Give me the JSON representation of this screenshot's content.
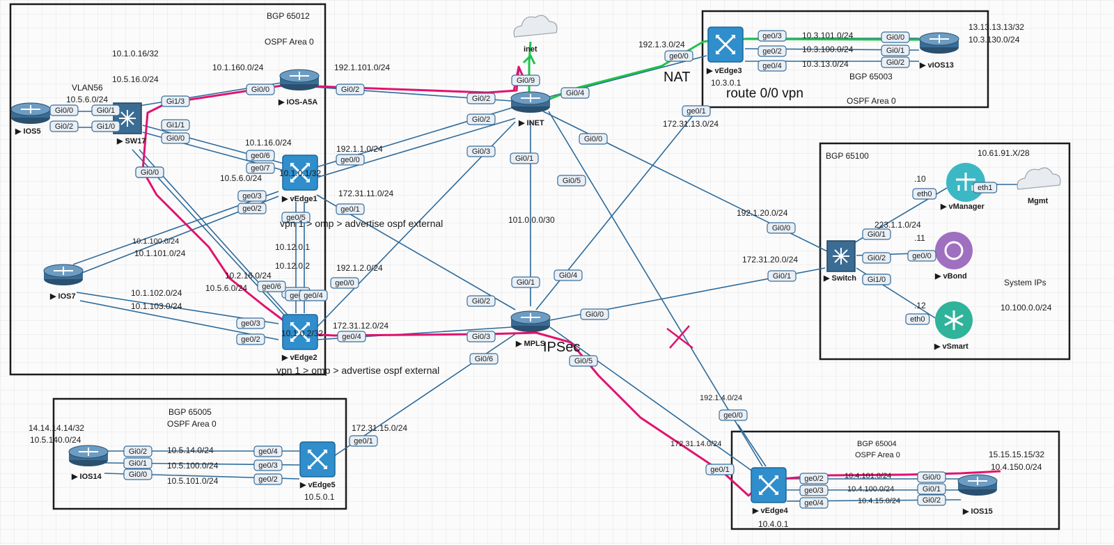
{
  "domains": [
    {
      "id": "left",
      "label": "BGP 65012",
      "sub": "OSPF Area 0"
    },
    {
      "id": "site3",
      "label": "BGP 65003",
      "sub": "OSPF Area 0"
    },
    {
      "id": "ctrl",
      "label": "BGP 65100",
      "sub": ""
    },
    {
      "id": "site5",
      "label": "BGP 65005",
      "sub": "OSPF Area 0"
    },
    {
      "id": "site4",
      "label": "BGP 65004",
      "sub": "OSPF Area 0"
    }
  ],
  "nodes": [
    {
      "id": "IOS5",
      "label": "IOS5",
      "type": "router"
    },
    {
      "id": "SW17",
      "label": "SW17",
      "type": "switch"
    },
    {
      "id": "IOS-A5A",
      "label": "IOS-A5A",
      "type": "router"
    },
    {
      "id": "vEdge1",
      "label": "vEdge1",
      "type": "vedge"
    },
    {
      "id": "vEdge2",
      "label": "vEdge2",
      "type": "vedge"
    },
    {
      "id": "IOS7",
      "label": "IOS7",
      "type": "router"
    },
    {
      "id": "INET",
      "label": "INET",
      "type": "router"
    },
    {
      "id": "MPLS",
      "label": "MPLS",
      "type": "router"
    },
    {
      "id": "inet",
      "label": "inet",
      "type": "cloud"
    },
    {
      "id": "vEdge3",
      "label": "vEdge3",
      "type": "vedge"
    },
    {
      "id": "vIOS13",
      "label": "vIOS13",
      "type": "router"
    },
    {
      "id": "Switch",
      "label": "Switch",
      "type": "switch"
    },
    {
      "id": "vManager",
      "label": "vManager",
      "type": "vmanage"
    },
    {
      "id": "vBond",
      "label": "vBond",
      "type": "vbond"
    },
    {
      "id": "vSmart",
      "label": "vSmart",
      "type": "vsmart"
    },
    {
      "id": "Mgmt",
      "label": "Mgmt",
      "type": "cloud"
    },
    {
      "id": "IOS14",
      "label": "IOS14",
      "type": "router"
    },
    {
      "id": "vEdge5",
      "label": "vEdge5",
      "type": "vedge"
    },
    {
      "id": "vEdge4",
      "label": "vEdge4",
      "type": "vedge"
    },
    {
      "id": "IOS15",
      "label": "IOS15",
      "type": "router"
    }
  ],
  "interfaces": [
    "Gi0/0",
    "Gi0/1",
    "Gi0/2",
    "Gi1/0",
    "Gi1/3",
    "Gi1/1",
    "Gi0/0",
    "Gi0/0",
    "Gi0/2",
    "ge0/6",
    "ge0/7",
    "ge0/0",
    "ge0/1",
    "ge0/3",
    "ge0/2",
    "ge0/5",
    "ge0/4",
    "Gi0/1",
    "Gi0/0",
    "Gi0/3",
    "Gi0/2",
    "ge0/6",
    "ge0/5",
    "ge0/4",
    "ge0/3",
    "ge0/2",
    "ge0/0",
    "ge0/4",
    "Gi0/1",
    "Gi0/2",
    "Gi0/3",
    "Gi0/9",
    "Gi0/4",
    "Gi0/0",
    "Gi0/1",
    "Gi0/5",
    "Gi0/1",
    "Gi0/4",
    "Gi0/2",
    "Gi0/0",
    "Gi0/6",
    "Gi0/5",
    "ge0/0",
    "ge0/3",
    "ge0/2",
    "ge0/4",
    "Gi0/0",
    "Gi0/1",
    "Gi0/2",
    "ge0/1",
    "Gi0/0",
    "Gi0/1",
    "Gi0/2",
    "Gi0/3",
    "Gi1/0",
    "eth0",
    "eth1",
    "ge0/0",
    "eth0",
    "Gi0/2",
    "Gi0/1",
    "Gi0/0",
    "ge0/4",
    "ge0/3",
    "ge0/2",
    "ge0/1",
    "ge0/0",
    "ge0/1",
    "ge0/2",
    "ge0/3",
    "ge0/4",
    "Gi0/0",
    "Gi0/1",
    "Gi0/2"
  ],
  "subnets": [
    "10.1.0.16/32",
    "10.5.16.0/24",
    "VLAN56",
    "10.5.6.0/24",
    "10.1.160.0/24",
    "192.1.101.0/24",
    "10.1.16.0/24",
    "192.1.1.0/24",
    "10.1.0.1/32",
    "10.5.6.0/24",
    "172.31.11.0/24",
    "10.1.100.0/24",
    "10.1.101.0/24",
    "10.12.0.1",
    "10.12.0.2",
    "10.2.16.0/24",
    "10.5.6.0/24",
    "10.1.102.0/24",
    "10.1.103.0/24",
    "192.1.2.0/24",
    "10.1.0.2/32",
    "172.31.12.0/24",
    "101.0.0.0/30",
    "192.1.3.0/24",
    "10.3.101.0/24",
    "10.3.100.0/24",
    "10.3.13.0/24",
    "13.13.13.13/32",
    "10.3.130.0/24",
    "10.3.0.1",
    "172.31.13.0/24",
    "10.61.91.X/28",
    ".10",
    "223.1.1.0/24",
    ".11",
    ".12",
    "System IPs",
    "10.100.0.0/24",
    "192.1.20.0/24",
    "172.31.20.0/24",
    "192.1.4.0/24",
    "172.31.14.0/24",
    "14.14.14.14/32",
    "10.5.140.0/24",
    "10.5.14.0/24",
    "10.5.100.0/24",
    "10.5.101.0/24",
    "172.31.15.0/24",
    "10.5.0.1",
    "10.4.101.0/24",
    "10.4.100.0/24",
    "10.4.15.0/24",
    "15.15.15.15/32",
    "10.4.150.0/24",
    "10.4.0.1"
  ],
  "annotations": [
    "NAT",
    "route 0/0 vpn",
    "IPSec",
    "vpn 1 > omp > advertise ospf external",
    "vpn 1 > omp > advertise ospf external"
  ],
  "overlay_colors": {
    "ipsec_path": "#e0136e",
    "nat_path": "#1fc24a",
    "link": "#2d6a9a",
    "cross": "#e0136e"
  }
}
